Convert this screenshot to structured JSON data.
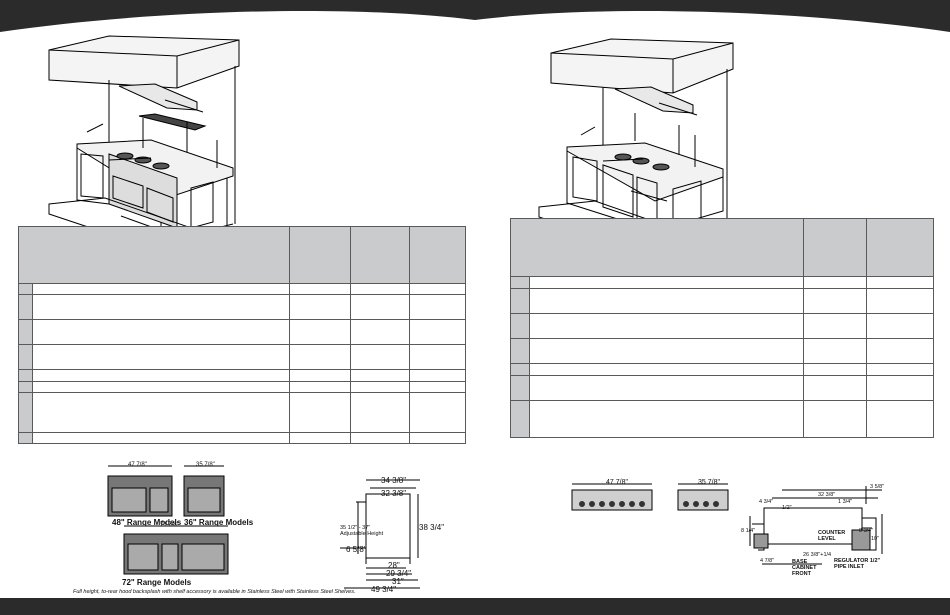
{
  "left_page": {
    "front_dims": {
      "w48": "47 7/8\"",
      "w36": "35 7/8\"",
      "w72": "71 7/8\""
    },
    "model_labels": {
      "m48": "48\" Range Models",
      "m36": "36\" Range Models",
      "m72": "72\" Range Models"
    },
    "footnote": "Full height, to-rear hood backsplash with shelf accessory is available in Stainless Steel with Stainless Steel Shelves.",
    "side_dims": {
      "top1": "34 3/8\"",
      "top2": "32 3/8\"",
      "height": "38 3/4\"",
      "adjust": "35 1/2\" - 37\" Adjustable Height",
      "leg": "6 5/8\"",
      "b28": "28\"",
      "b29": "29 3/4\"",
      "b31": "31\"",
      "b49": "49 3/4\""
    }
  },
  "right_page": {
    "rangetop_dims": {
      "w48": "47 7/8\"",
      "w36": "35 7/8\""
    },
    "cutout_dims": {
      "d_3_5_8": "3 5/8\"",
      "d_32_3_8": "32 3/8\"",
      "d_1_3_4": "1 3/4\"",
      "d_4_3_4": "4 3/4\"",
      "d_1_2": "1/2\"",
      "d_8_1_4": "8 1/4\"",
      "d_8_3_4": "8 3/4\"",
      "d_10": "10\"",
      "d_4_7_8": "4 7/8\"",
      "d_26": "26 3/8\"+1/4",
      "counter": "COUNTER LEVEL",
      "cabinet": "BASE CABINET FRONT",
      "regulator": "REGULATOR 1/2\" PIPE INLET"
    }
  }
}
